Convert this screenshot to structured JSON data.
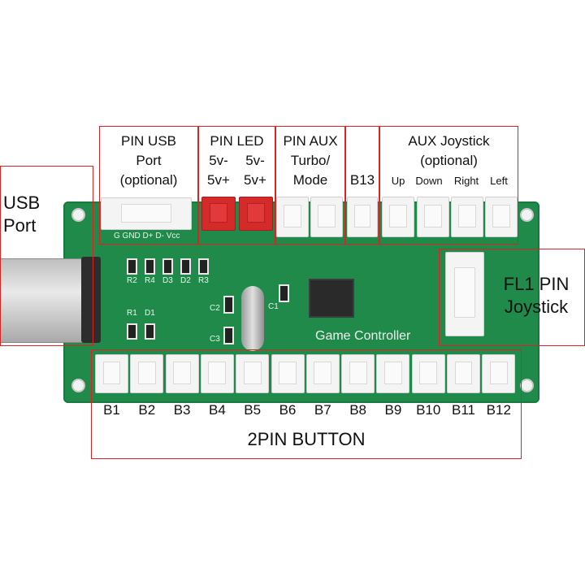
{
  "labels": {
    "usb_port": [
      "USB",
      "Port"
    ],
    "pin_usb": [
      "PIN USB",
      "Port",
      "(optional)"
    ],
    "pin_led": {
      "title": "PIN LED",
      "col1": [
        "5v-",
        "5v+"
      ],
      "col2": [
        "5v-",
        "5v+"
      ]
    },
    "pin_aux": [
      "PIN AUX",
      "Turbo/",
      "Mode"
    ],
    "b13": "B13",
    "aux_joystick": {
      "title": "AUX Joystick",
      "sub": "(optional)",
      "dirs": [
        "Up",
        "Down",
        "Right",
        "Left"
      ]
    },
    "fl1": [
      "FL1 PIN",
      "Joystick"
    ],
    "buttons": [
      "B1",
      "B2",
      "B3",
      "B4",
      "B5",
      "B6",
      "B7",
      "B8",
      "B9",
      "B10",
      "B11",
      "B12"
    ],
    "two_pin_button": "2PIN BUTTON"
  },
  "board": {
    "silkscreen_usb_pins": "G GND D+ D- Vcc",
    "chip_label": "Game Controller",
    "components": [
      "R2",
      "R4",
      "D3",
      "D2",
      "R3",
      "R1",
      "D1",
      "C2",
      "C3",
      "C1"
    ]
  },
  "colors": {
    "board": "#1f8a4a",
    "callout": "#dd2222",
    "led_connector": "#d42a2a"
  }
}
